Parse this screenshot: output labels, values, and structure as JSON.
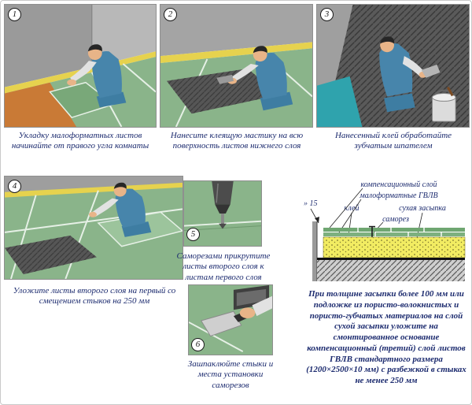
{
  "steps": [
    {
      "number": "1",
      "caption": "Укладку малоформатных листов начинайте от правого угла комнаты"
    },
    {
      "number": "2",
      "caption": "Нанесите клеящую мастику на всю поверхность листов нижнего слоя"
    },
    {
      "number": "3",
      "caption": "Нанесенный клей обработайте зубчатым шпателем"
    },
    {
      "number": "4",
      "caption": "Уложите листы второго слоя на первый со смещением стыков на 250 мм"
    },
    {
      "number": "5",
      "caption": "Саморезами прикрутите листы второго слоя к листам первого слоя"
    },
    {
      "number": "6",
      "caption": "Зашпаклюйте стыки и места установки саморезов"
    }
  ],
  "diagram": {
    "gap_dimension": "» 15",
    "labels": {
      "compensation_layer": "компенсационный слой",
      "small_format_sheets": "малоформатные ГВЛВ",
      "glue": "клей",
      "dry_backfill": "сухая засыпка",
      "screw": "саморез"
    }
  },
  "note": "При толщине засыпки более 100 мм или подложке из пористо-волокнистых и пористо-губчатых материалов на слой сухой засыпки уложите на смонтированное основание компенсационный (третий) слой листов ГВЛВ стандартного размера (1200×2500×10 мм) с разбежкой в стыках не менее 250 мм",
  "colors": {
    "caption_text": "#1b2a6e",
    "sheet_green": "#8ab48a",
    "baseboard_yellow": "#e6d24e",
    "subfloor_orange": "#c97a36",
    "mastic_gray": "#565656",
    "backfill_yellow": "#f2ec62",
    "overalls_blue": "#4785ab",
    "teal_sheet": "#2fa3ad"
  }
}
